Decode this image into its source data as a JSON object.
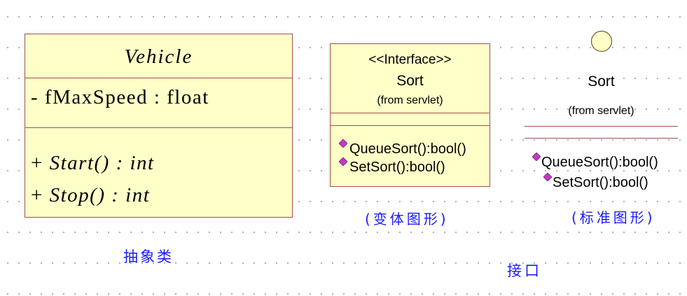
{
  "abstract_class": {
    "name": "Vehicle",
    "attribute": "- fMaxSpeed : float",
    "operations": [
      {
        "prefix": "+ ",
        "text": "Start() : int"
      },
      {
        "prefix": "+ ",
        "text": "Stop() : int"
      }
    ],
    "caption": "抽象类"
  },
  "interface_variant": {
    "stereotype": "<<Interface>>",
    "name": "Sort",
    "package": "(from servlet)",
    "operations": [
      "QueueSort():bool()",
      "SetSort():bool()"
    ],
    "caption": "(变体图形)"
  },
  "interface_standard": {
    "name": "Sort",
    "package": "(from servlet)",
    "operations": [
      "QueueSort():bool()",
      "SetSort():bool()"
    ],
    "caption": "(标准图形)"
  },
  "interface_caption": "接口",
  "colors": {
    "box_fill": "#ffffc8",
    "box_border": "#a0524a",
    "caption": "#1a1aff",
    "operation_icon": "#cc33cc"
  }
}
